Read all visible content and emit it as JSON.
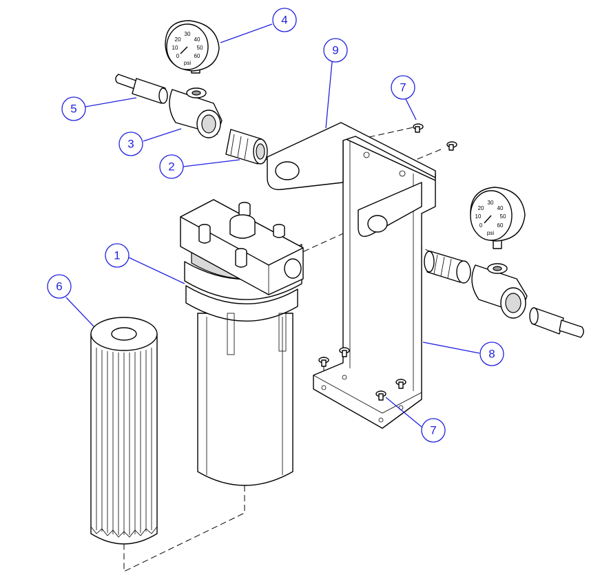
{
  "balloons": [
    {
      "id": "balloon-1",
      "label": "1"
    },
    {
      "id": "balloon-2",
      "label": "2"
    },
    {
      "id": "balloon-3",
      "label": "3"
    },
    {
      "id": "balloon-4",
      "label": "4"
    },
    {
      "id": "balloon-5",
      "label": "5"
    },
    {
      "id": "balloon-6",
      "label": "6"
    },
    {
      "id": "balloon-7a",
      "label": "7"
    },
    {
      "id": "balloon-7b",
      "label": "7"
    },
    {
      "id": "balloon-8",
      "label": "8"
    },
    {
      "id": "balloon-9",
      "label": "9"
    }
  ],
  "colors": {
    "balloon": "#1f1fe0",
    "line": "#000000"
  },
  "gauges": {
    "left": {
      "t1": "20",
      "t2": "30",
      "t3": "40",
      "t4": "10",
      "t5": "50",
      "t6": "0",
      "t7": "60",
      "unit": "psi"
    },
    "right": {
      "t1": "20",
      "t2": "30",
      "t3": "40",
      "t4": "10",
      "t5": "50",
      "t6": "0",
      "t7": "60",
      "unit": "psi"
    }
  }
}
